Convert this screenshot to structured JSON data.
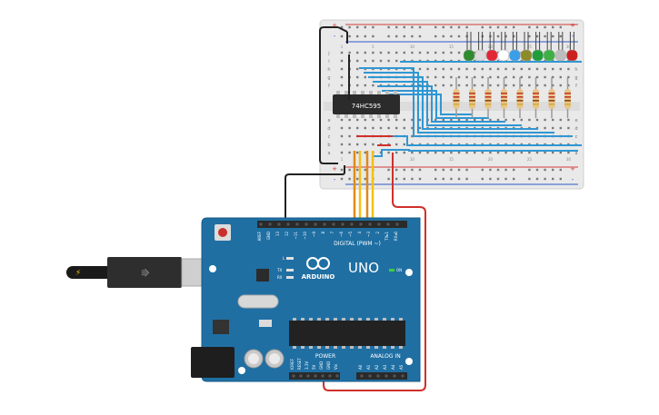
{
  "breadboard": {
    "row_letters_top": [
      "j",
      "i",
      "h",
      "g",
      "f"
    ],
    "row_letters_bottom": [
      "e",
      "d",
      "c",
      "b",
      "a"
    ],
    "col_numbers": [
      "1",
      "5",
      "10",
      "15",
      "20",
      "25",
      "30"
    ],
    "plus": "+",
    "minus": "-"
  },
  "chip": {
    "label": "74HC595"
  },
  "leds": {
    "colors": [
      "#2e8b2e",
      "#dcdcdc",
      "#e32636",
      "#ffffff",
      "#3a9ee8",
      "#8b8b2a",
      "#1f9d3a",
      "#3cb043",
      "#bdbdbd",
      "#cc1f1f"
    ]
  },
  "arduino": {
    "brand": "ARDUINO",
    "model": "UNO",
    "digital_label": "DIGITAL (PWM ~)",
    "power_label": "POWER",
    "analog_label": "ANALOG IN",
    "on_label": "ON",
    "tx_label": "TX",
    "rx_label": "RX",
    "l_label": "L",
    "digital_pins": [
      "AREF",
      "GND",
      "13",
      "12",
      "~11",
      "~10",
      "~9",
      "8",
      "7",
      "~6",
      "~5",
      "4",
      "~3",
      "2",
      "TX▸1",
      "RX◂0"
    ],
    "power_pins": [
      "IOREF",
      "RESET",
      "3.3V",
      "5V",
      "GND",
      "GND",
      "Vin"
    ],
    "analog_pins": [
      "A0",
      "A1",
      "A2",
      "A3",
      "A4",
      "A5"
    ]
  }
}
